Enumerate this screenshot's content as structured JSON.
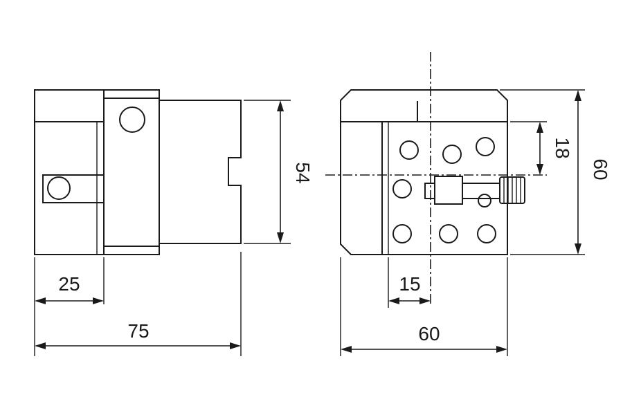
{
  "dimensions": {
    "side_left_width": "25",
    "side_total_width": "75",
    "side_height": "54",
    "front_width": "60",
    "front_height": "60",
    "front_offset_x": "15",
    "front_offset_y": "18"
  },
  "colors": {
    "line": "#1a1a1a",
    "background": "#ffffff"
  }
}
